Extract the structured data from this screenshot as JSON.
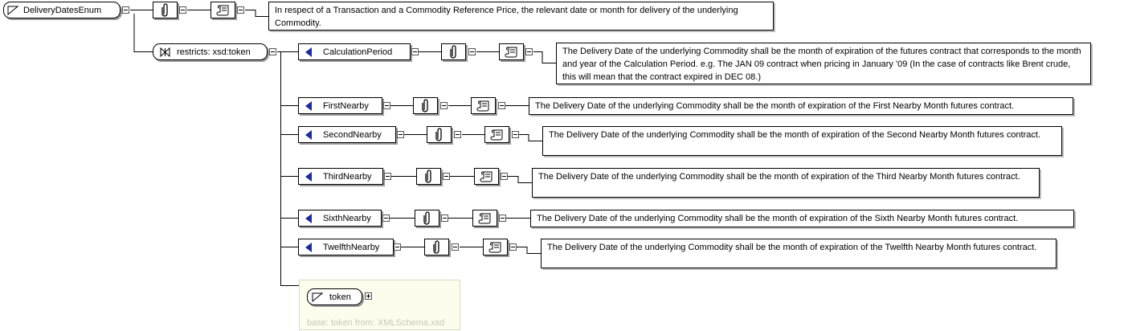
{
  "root": {
    "label": "DeliveryDatesEnum"
  },
  "root_doc": "In respect of a Transaction and a Commodity Reference Price, the relevant date or month for delivery of the underlying Commodity.",
  "restriction": {
    "label": "restricts: xsd:token"
  },
  "enumerations": [
    {
      "label": "CalculationPeriod",
      "doc": "The Delivery Date of the underlying Commodity shall be the month of expiration of the futures contract that corresponds to the month and year of the Calculation Period. e.g. The JAN 09 contract when pricing in January '09 (In the case of contracts like Brent crude, this will mean that the contract expired in DEC 08.)"
    },
    {
      "label": "FirstNearby",
      "doc": "The Delivery Date of the underlying Commodity shall be the month of expiration of the First Nearby Month futures contract."
    },
    {
      "label": "SecondNearby",
      "doc": "The Delivery Date of the underlying Commodity shall be the month of expiration of the Second Nearby Month futures contract."
    },
    {
      "label": "ThirdNearby",
      "doc": "The Delivery Date of the underlying Commodity shall be the month of expiration of the Third Nearby Month futures contract."
    },
    {
      "label": "SixthNearby",
      "doc": "The Delivery Date of the underlying Commodity shall be the month of expiration of the Sixth Nearby Month futures contract."
    },
    {
      "label": "TwelfthNearby",
      "doc": "The Delivery Date of the underlying Commodity shall be the month of expiration of the Twelfth Nearby Month futures contract."
    }
  ],
  "base": {
    "label": "token",
    "caption": "base: token from: XMLSchema.xsd"
  },
  "icons": {
    "simple_type": "simple-type-triangle-icon",
    "restriction": "restriction-bowtie-icon",
    "enumeration": "enumeration-arrow-icon",
    "annotation": "annotation-paperclip-icon",
    "documentation": "documentation-scroll-icon",
    "collapse": "minus-toggle-icon",
    "expand": "plus-toggle-icon"
  },
  "colors": {
    "enum_arrow": "#1b2a9e",
    "base_panel": "#fdfdee",
    "shadow": "#9a9a9a"
  }
}
